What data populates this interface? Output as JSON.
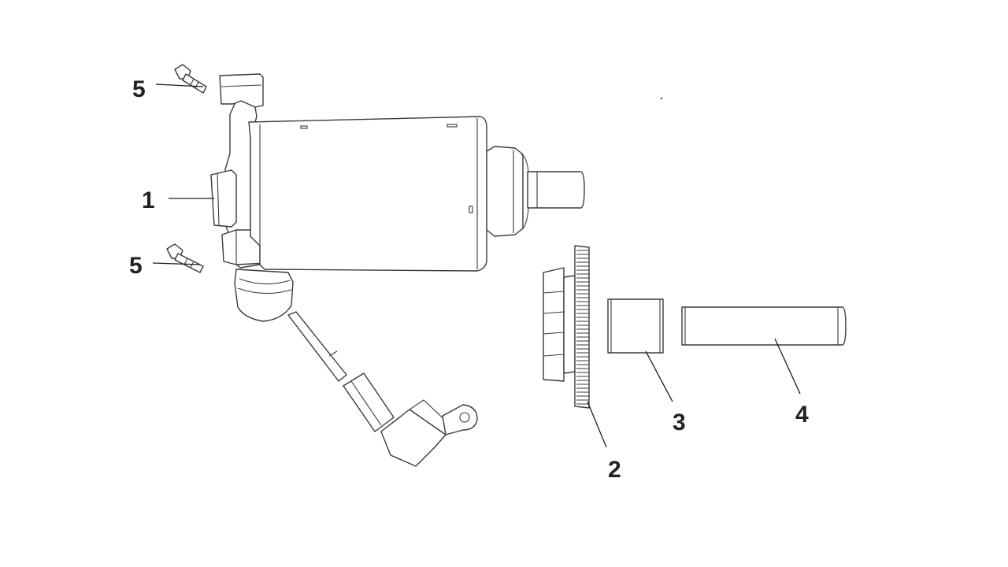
{
  "callouts": {
    "c1": "1",
    "c2": "2",
    "c3": "3",
    "c4": "4",
    "c5_top": "5",
    "c5_bottom": "5"
  }
}
